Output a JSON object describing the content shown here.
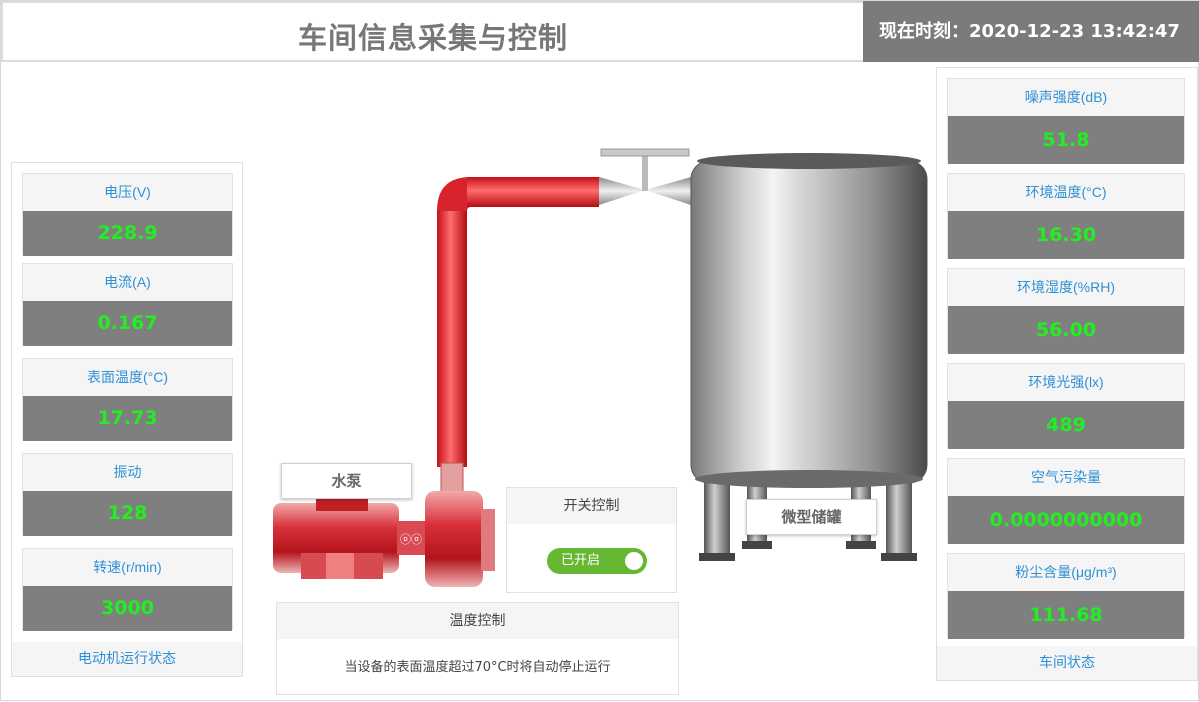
{
  "header": {
    "title": "车间信息采集与控制",
    "clock_label": "现在时刻：",
    "clock_value": "2020-12-23 13:42:47"
  },
  "motor_panel": {
    "footer": "电动机运行状态",
    "items": [
      {
        "label": "电压(V)",
        "value": "228.9"
      },
      {
        "label": "电流(A)",
        "value": "0.167"
      },
      {
        "label": "表面温度(°C)",
        "value": "17.73"
      },
      {
        "label": "振动",
        "value": "128"
      },
      {
        "label": "转速(r/min)",
        "value": "3000"
      }
    ]
  },
  "env_panel": {
    "footer": "车间状态",
    "items": [
      {
        "label": "噪声强度(dB)",
        "value": "51.8"
      },
      {
        "label": "环境温度(°C)",
        "value": "16.30"
      },
      {
        "label": "环境湿度(%RH)",
        "value": "56.00"
      },
      {
        "label": "环境光强(lx)",
        "value": "489"
      },
      {
        "label": "空气污染量",
        "value": "0.0000000000"
      },
      {
        "label": "粉尘含量(μg/m³)",
        "value": "111.68"
      }
    ]
  },
  "scene": {
    "pump_label": "水泵",
    "tank_label": "微型储罐"
  },
  "switch_control": {
    "title": "开关控制",
    "state_label": "已开启",
    "on": true
  },
  "temp_control": {
    "title": "温度控制",
    "note": "当设备的表面温度超过70°C时将自动停止运行"
  },
  "colors": {
    "value_text": "#22ee22",
    "label_text": "#2e90d6",
    "value_bg": "#7f7f7f",
    "pipe": "#e8232b",
    "switch_on": "#66b832"
  }
}
